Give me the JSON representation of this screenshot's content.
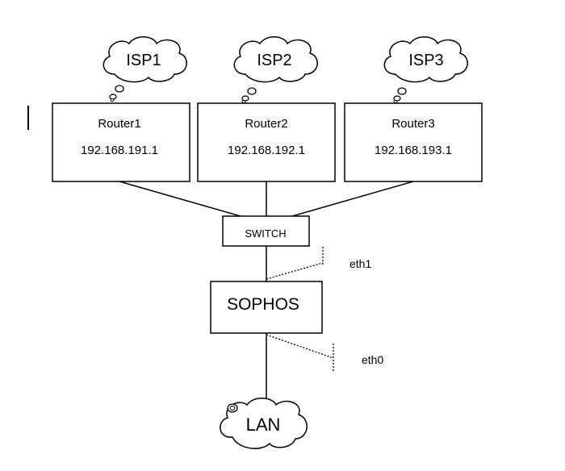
{
  "clouds": {
    "isp1": "ISP1",
    "isp2": "ISP2",
    "isp3": "ISP3",
    "lan": "LAN"
  },
  "routers": [
    {
      "name": "Router1",
      "ip": "192.168.191.1"
    },
    {
      "name": "Router2",
      "ip": "192.168.192.1"
    },
    {
      "name": "Router3",
      "ip": "192.168.193.1"
    }
  ],
  "switch": {
    "label": "SWITCH"
  },
  "firewall": {
    "label": "SOPHOS"
  },
  "interfaces": {
    "eth1": "eth1",
    "eth0": "eth0"
  },
  "colors": {
    "stroke": "#000000",
    "background": "#ffffff"
  }
}
